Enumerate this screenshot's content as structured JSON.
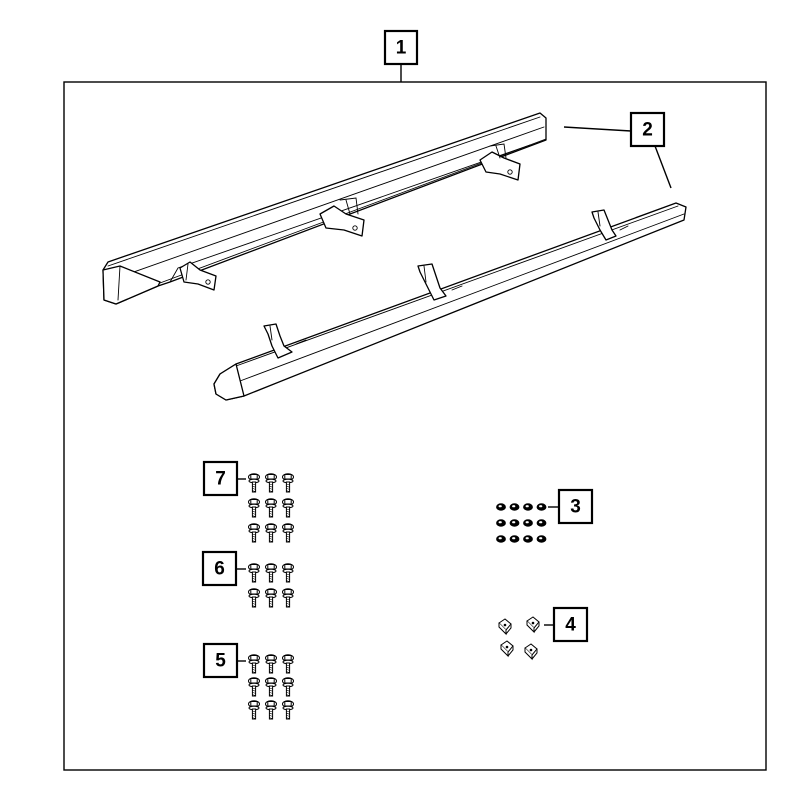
{
  "callouts": [
    {
      "id": "1",
      "label": "1"
    },
    {
      "id": "2",
      "label": "2"
    },
    {
      "id": "3",
      "label": "3"
    },
    {
      "id": "4",
      "label": "4"
    },
    {
      "id": "5",
      "label": "5"
    },
    {
      "id": "6",
      "label": "6"
    },
    {
      "id": "7",
      "label": "7"
    }
  ],
  "parts": {
    "step_bar_left": "running-board",
    "step_bar_right": "running-board",
    "bolts_7": {
      "count": 9,
      "icon": "flange-bolt-icon"
    },
    "bolts_6": {
      "count": 6,
      "icon": "flange-bolt-icon"
    },
    "bolts_5": {
      "count": 9,
      "icon": "flange-bolt-icon"
    },
    "nuts_3": {
      "count": 12,
      "icon": "hex-nut-icon"
    },
    "clips_4": {
      "count": 4,
      "icon": "u-nut-clip-icon"
    }
  }
}
